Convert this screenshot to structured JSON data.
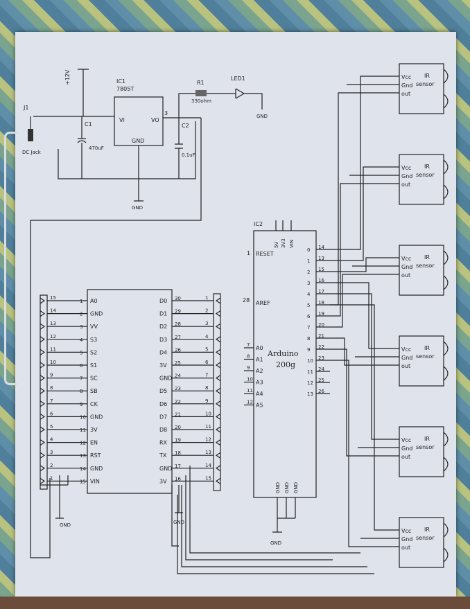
{
  "power": {
    "supply": "+12V",
    "jack_ref": "J1",
    "jack_label": "DC Jack",
    "regulator_ref": "IC1",
    "regulator_part": "7805T",
    "vi": "VI",
    "vo": "VO",
    "gnd": "GND",
    "pin3": "3",
    "c1_ref": "C1",
    "c1_val": "470uF",
    "c2_ref": "C2",
    "c2_val": "0.1uF",
    "r1_ref": "R1",
    "r1_val": "330ohm",
    "led_ref": "LED1",
    "gnd_bottom": "GND",
    "gnd_led": "GND"
  },
  "arduino": {
    "ref": "IC2",
    "name": "Arduino",
    "model": "200g",
    "reset_pin": "1",
    "reset": "RESET",
    "aref_pin": "28",
    "aref": "AREF",
    "analog": [
      {
        "num": "7",
        "label": "A0"
      },
      {
        "num": "8",
        "label": "A1"
      },
      {
        "num": "9",
        "label": "A2"
      },
      {
        "num": "10",
        "label": "A3"
      },
      {
        "num": "11",
        "label": "A4"
      },
      {
        "num": "12",
        "label": "A5"
      }
    ],
    "top_pins": [
      "5V",
      "3V3",
      "VIN"
    ],
    "right_pins": [
      {
        "d": "0",
        "n": "14"
      },
      {
        "d": "1",
        "n": "13"
      },
      {
        "d": "2",
        "n": "15"
      },
      {
        "d": "3",
        "n": "16"
      },
      {
        "d": "4",
        "n": "17"
      },
      {
        "d": "5",
        "n": "18"
      },
      {
        "d": "6",
        "n": "19"
      },
      {
        "d": "7",
        "n": "20"
      },
      {
        "d": "8",
        "n": "21"
      },
      {
        "d": "9",
        "n": "22"
      },
      {
        "d": "10",
        "n": "23"
      },
      {
        "d": "11",
        "n": "24"
      },
      {
        "d": "12",
        "n": "25"
      },
      {
        "d": "13",
        "n": "26"
      }
    ],
    "gnd_pins": [
      "GND",
      "GND",
      "GND"
    ],
    "gnd_bottom": "GND"
  },
  "module": {
    "left_pins": [
      {
        "n": "1",
        "l": "A0"
      },
      {
        "n": "2",
        "l": "GND"
      },
      {
        "n": "3",
        "l": "VV"
      },
      {
        "n": "4",
        "l": "S3"
      },
      {
        "n": "5",
        "l": "S2"
      },
      {
        "n": "6",
        "l": "S1"
      },
      {
        "n": "7",
        "l": "SC"
      },
      {
        "n": "8",
        "l": "SB"
      },
      {
        "n": "9",
        "l": "CK"
      },
      {
        "n": "10",
        "l": "GND"
      },
      {
        "n": "11",
        "l": "3V"
      },
      {
        "n": "12",
        "l": "EN"
      },
      {
        "n": "13",
        "l": "RST"
      },
      {
        "n": "14",
        "l": "GND"
      },
      {
        "n": "15",
        "l": "VIN"
      }
    ],
    "right_pins": [
      {
        "n": "30",
        "l": "D0"
      },
      {
        "n": "29",
        "l": "D1"
      },
      {
        "n": "28",
        "l": "D2"
      },
      {
        "n": "27",
        "l": "D3"
      },
      {
        "n": "26",
        "l": "D4"
      },
      {
        "n": "25",
        "l": "3V"
      },
      {
        "n": "24",
        "l": "GND"
      },
      {
        "n": "23",
        "l": "D5"
      },
      {
        "n": "22",
        "l": "D6"
      },
      {
        "n": "21",
        "l": "D7"
      },
      {
        "n": "20",
        "l": "D8"
      },
      {
        "n": "19",
        "l": "RX"
      },
      {
        "n": "18",
        "l": "TX"
      },
      {
        "n": "17",
        "l": "GND"
      },
      {
        "n": "16",
        "l": "3V"
      }
    ],
    "left_header_nums": [
      "15",
      "14",
      "13",
      "12",
      "11",
      "10",
      "9",
      "8",
      "7",
      "6",
      "5",
      "4",
      "3",
      "2",
      "1"
    ],
    "right_header_nums": [
      "1",
      "2",
      "3",
      "4",
      "5",
      "6",
      "7",
      "8",
      "9",
      "10",
      "11",
      "12",
      "13",
      "14",
      "15"
    ],
    "gnd_left": "GND",
    "gnd_right": "GND"
  },
  "sensor": {
    "vcc": "Vcc",
    "gnd": "Gnd",
    "out": "out",
    "ir": "IR",
    "label": "sensor",
    "count": 6
  }
}
